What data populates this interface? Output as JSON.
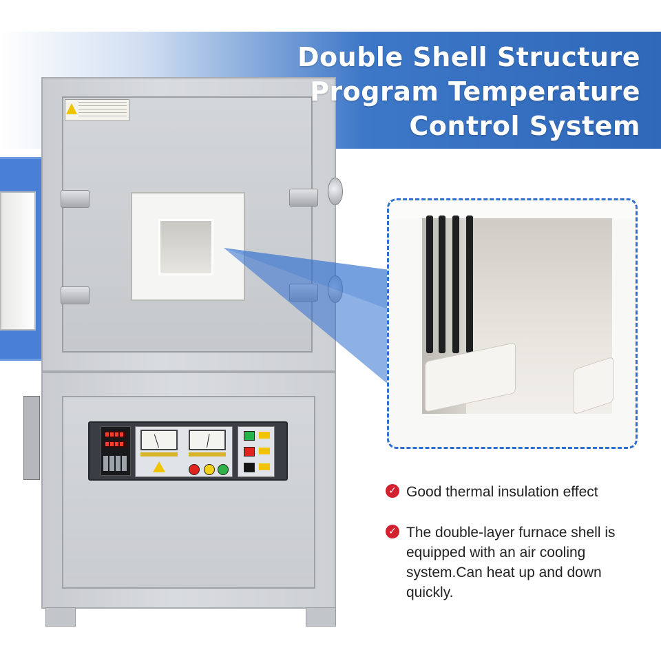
{
  "headline": {
    "lines": [
      "Double Shell Structure",
      "Program Temperature",
      "Control System"
    ],
    "text_color": "#ffffff",
    "banner_color": "#2f68b9"
  },
  "features": {
    "items": [
      "Good thermal insulation effect",
      "The double-layer furnace shell is equipped with an air cooling system.Can heat up and down quickly."
    ],
    "check_icon": "check-circle-icon",
    "check_color": "#d3202f"
  },
  "illustration": {
    "subject": "furnace-photo",
    "callout_border_color": "#2f6fd0",
    "door_color": "#4a7fd6"
  }
}
